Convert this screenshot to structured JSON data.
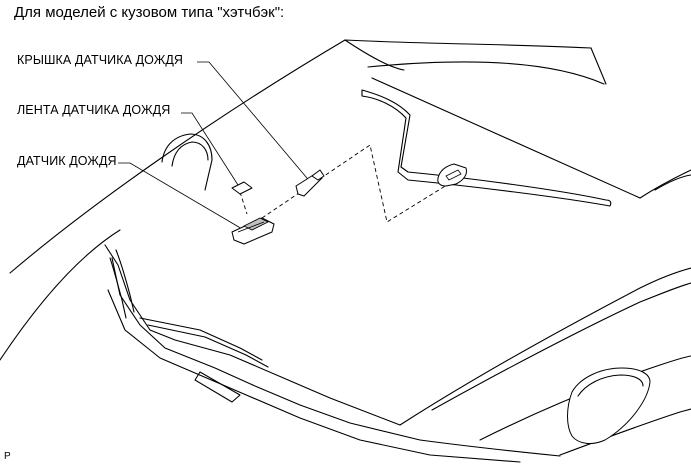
{
  "heading": "Для моделей с кузовом типа \"хэтчбэк\":",
  "callouts": {
    "rain_sensor_cover": "КРЫШКА ДАТЧИКА ДОЖДЯ",
    "rain_sensor_tape": "ЛЕНТА ДАТЧИКА ДОЖДЯ",
    "rain_sensor": "ДАТЧИК ДОЖДЯ"
  },
  "figure_code": "P"
}
